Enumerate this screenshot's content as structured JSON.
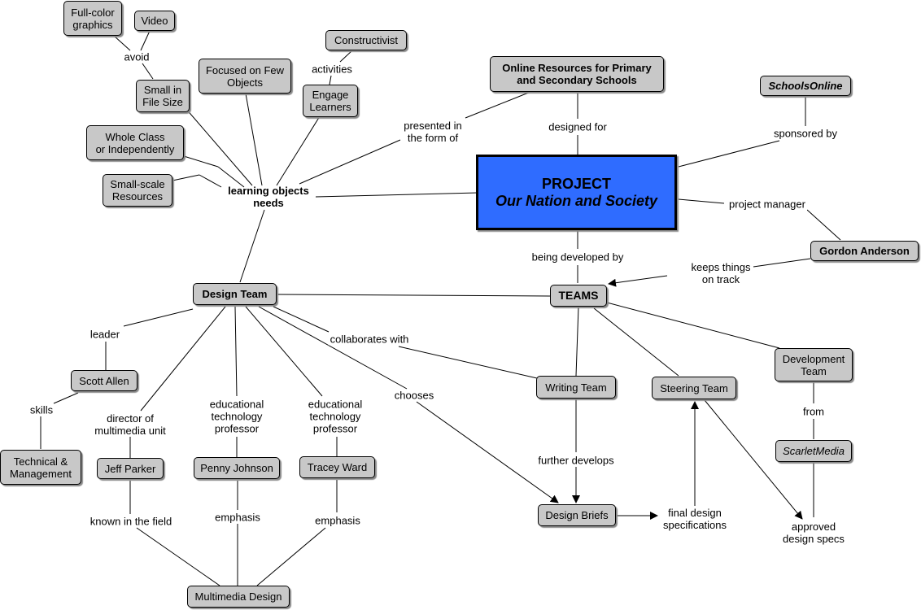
{
  "project": {
    "title": "PROJECT",
    "subtitle": "Our Nation and Society"
  },
  "nodes": {
    "full_color_graphics": "Full-color\ngraphics",
    "video": "Video",
    "small_in_file_size": "Small in\nFile Size",
    "focused_on_few_objects": "Focused on Few\nObjects",
    "constructivist": "Constructivist",
    "engage_learners": "Engage\nLearners",
    "whole_class": "Whole Class\nor Independently",
    "small_scale_resources": "Small-scale\nResources",
    "online_resources": "Online Resources for Primary\nand Secondary Schools",
    "schools_online": "SchoolsOnline",
    "gordon_anderson": "Gordon Anderson",
    "teams": "TEAMS",
    "design_team": "Design Team",
    "scott_allen": "Scott Allen",
    "technical_management": "Technical &\nManagement",
    "jeff_parker": "Jeff Parker",
    "penny_johnson": "Penny Johnson",
    "tracey_ward": "Tracey Ward",
    "multimedia_design": "Multimedia Design",
    "writing_team": "Writing Team",
    "steering_team": "Steering Team",
    "development_team": "Development\nTeam",
    "scarlet_media": "ScarletMedia",
    "design_briefs": "Design Briefs"
  },
  "labels": {
    "avoid": "avoid",
    "activities": "activities",
    "learning_objects_needs": "learning objects\nneeds",
    "presented_in_form_of": "presented in\nthe form of",
    "designed_for": "designed for",
    "sponsored_by": "sponsored by",
    "project_manager": "project manager",
    "being_developed_by": "being developed by",
    "keeps_things_on_track": "keeps things\non track",
    "leader": "leader",
    "skills": "skills",
    "director_of_multimedia_unit": "director of\nmultimedia unit",
    "edu_tech_professor_1": "educational\ntechnology\nprofessor",
    "edu_tech_professor_2": "educational\ntechnology\nprofessor",
    "collaborates_with": "collaborates with",
    "chooses": "chooses",
    "known_in_the_field": "known in the field",
    "emphasis_1": "emphasis",
    "emphasis_2": "emphasis",
    "further_develops": "further develops",
    "final_design_specifications": "final design\nspecifications",
    "from": "from",
    "approved_design_specs": "approved\ndesign specs"
  }
}
